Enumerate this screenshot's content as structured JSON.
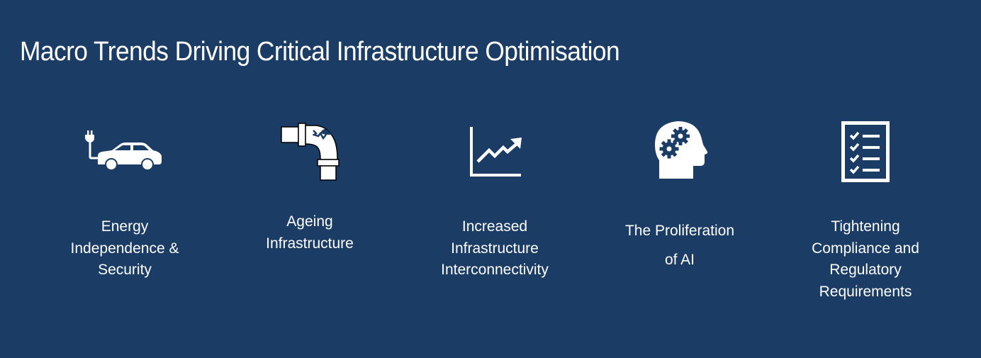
{
  "slide": {
    "title": "Macro Trends Driving Critical Infrastructure Optimisation",
    "background_color": "#1a3c65",
    "text_color": "#ffffff"
  },
  "trends": [
    {
      "icon": "electric-car-icon",
      "label": "Energy\nIndependence &\nSecurity"
    },
    {
      "icon": "broken-pipe-icon",
      "label": "Ageing\nInfrastructure"
    },
    {
      "icon": "trend-chart-icon",
      "label": "Increased\nInfrastructure\nInterconnectivity"
    },
    {
      "icon": "head-gears-icon",
      "label": "The Proliferation\nof AI"
    },
    {
      "icon": "checklist-icon",
      "label": "Tightening\nCompliance and\nRegulatory\nRequirements"
    }
  ]
}
